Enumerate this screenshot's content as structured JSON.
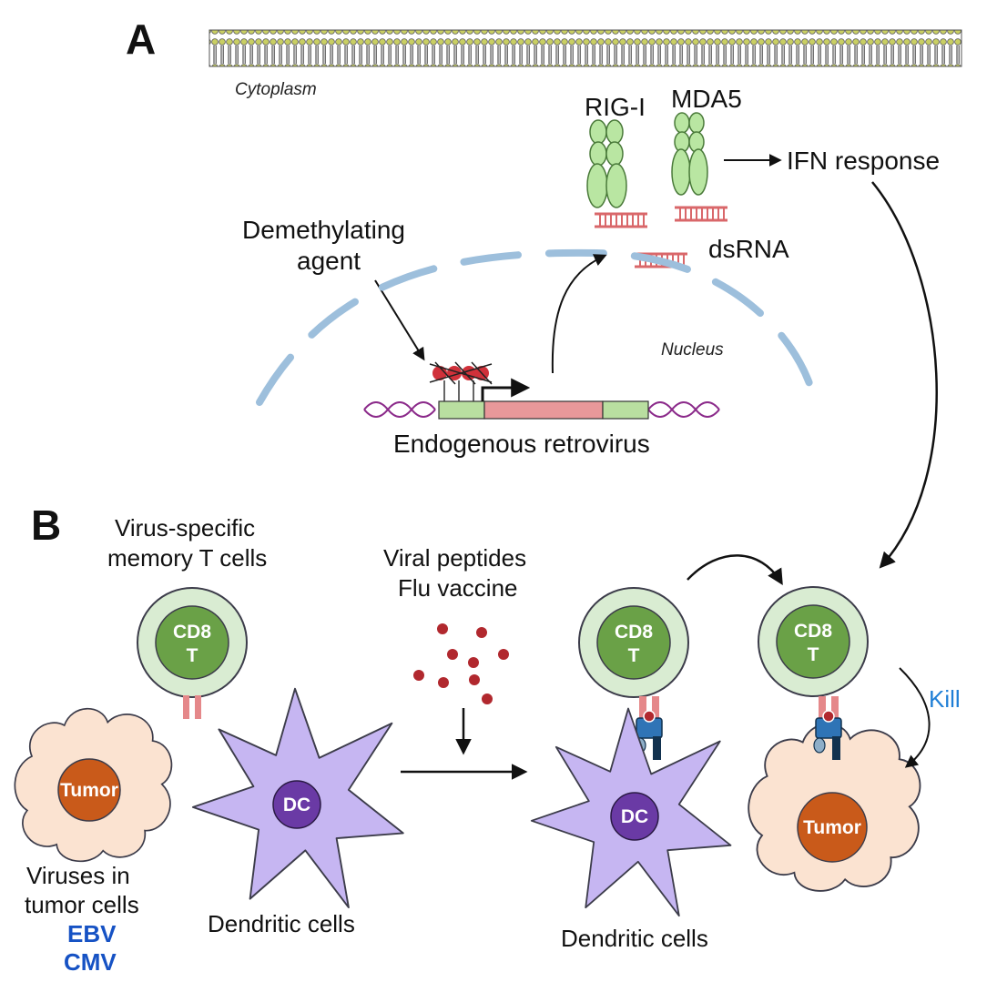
{
  "panel_a": {
    "letter": "A",
    "cytoplasm": "Cytoplasm",
    "rig_i": "RIG-I",
    "mda5": "MDA5",
    "ifn_response": "IFN response",
    "dsrna": "dsRNA",
    "demethylating_line1": "Demethylating",
    "demethylating_line2": "agent",
    "nucleus": "Nucleus",
    "endogenous_retrovirus": "Endogenous retrovirus"
  },
  "panel_b": {
    "letter": "B",
    "memory_line1": "Virus-specific",
    "memory_line2": "memory T cells",
    "peptides_line1": "Viral peptides",
    "peptides_line2": "Flu vaccine",
    "cd8": "CD8",
    "t": "T",
    "tumor": "Tumor",
    "dc": "DC",
    "dendritic_cells": "Dendritic cells",
    "viruses_line1": "Viruses in",
    "viruses_line2": "tumor cells",
    "ebv": "EBV",
    "cmv": "CMV",
    "kill": "Kill"
  },
  "colors": {
    "membrane": "#c9cf63",
    "receptor_green": "#b9e6a2",
    "dsrna_red": "#d9676a",
    "nucleus_blue": "#9dbfdc",
    "t_cell_outer": "#d9ecd2",
    "t_cell_inner": "#6aa147",
    "tumor_outer": "#fbe3d1",
    "tumor_inner": "#c95a1a",
    "dc_body": "#c6b6f2",
    "dc_nucleus": "#6a3aa5",
    "peptide": "#b1282e",
    "mhc_blue": "#2f74b6",
    "kill_blue": "#1f7fd6"
  }
}
